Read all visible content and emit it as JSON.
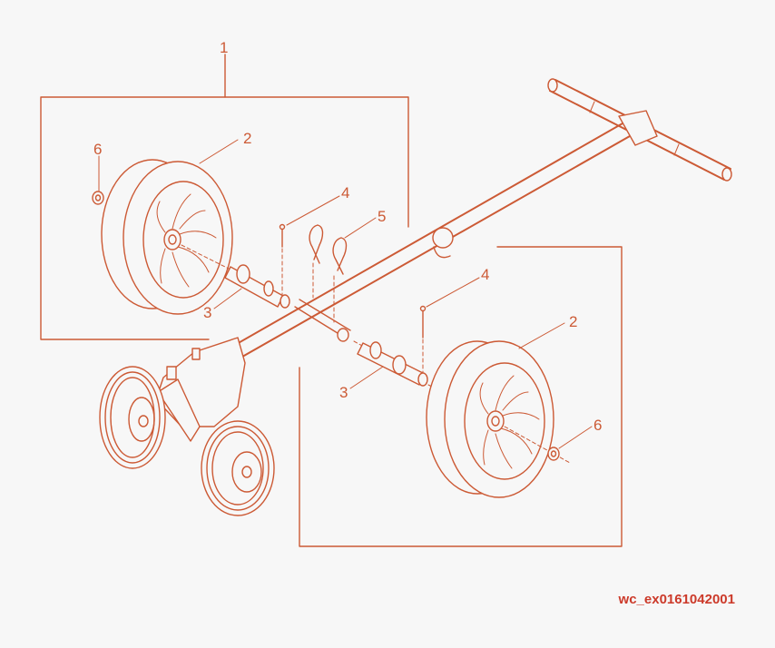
{
  "diagram": {
    "callouts": {
      "kit": "1",
      "wheel_left": "2",
      "wheel_right": "2",
      "axle_left": "3",
      "axle_right": "3",
      "pin_left": "4",
      "pin_right": "4",
      "clip": "5",
      "washer_left": "6",
      "washer_right": "6"
    },
    "reference_code": "wc_ex0161042001",
    "line_color": "#cc5a35",
    "code_color": "#cc3a2a",
    "background": "#f7f7f7"
  }
}
